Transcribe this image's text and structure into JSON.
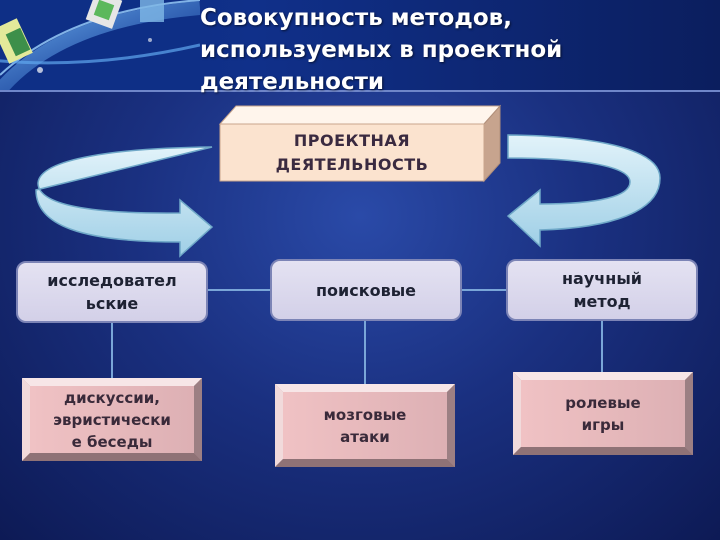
{
  "title": {
    "line1": "Совокупность методов,",
    "line2": "используемых в проектной",
    "line3": "деятельности"
  },
  "diagram": {
    "top": {
      "line1": "ПРОЕКТНАЯ",
      "line2": "ДЕЯТЕЛЬНОСТЬ"
    },
    "methods": [
      {
        "line1": "исследовател",
        "line2": "ьские"
      },
      {
        "line1": "поисковые"
      },
      {
        "line1": "научный",
        "line2": "метод"
      }
    ],
    "examples": [
      {
        "line1": "дискуссии,",
        "line2": "эвристически",
        "line3": "е беседы"
      },
      {
        "line1": "мозговые",
        "line2": "атаки"
      },
      {
        "line1": "ролевые",
        "line2": "игры"
      }
    ]
  },
  "colors": {
    "background": "#1a3080",
    "header": "#0a2a7a",
    "top_box": "#fbe3cf",
    "method_box": "#dcdaee",
    "example_box": "#e9c4c6",
    "arrow": "#c4e4f2",
    "connector": "#7aa6d8"
  }
}
